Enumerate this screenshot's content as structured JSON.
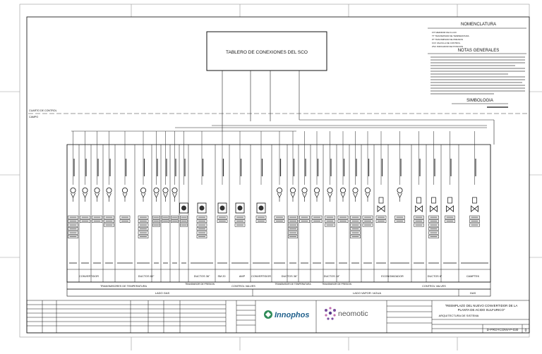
{
  "sheet": {
    "board_title": "TABLERO DE CONEXIONES DEL SCO",
    "room_labels": [
      "CUARTO DE CONTROL",
      "CAMPO"
    ],
    "nomenclature": {
      "title": "NOMENCLATURA",
      "items": [
        "FIT  MEDIDOR DE FLUJO",
        "TT   TRANSMISOR DE TEMPERATURA",
        "PT   TRANSMISOR DE PRESION",
        "FCV  VALVULA DE CONTROL",
        "ZSC  INDICADOR DE POSICION"
      ]
    },
    "general_notes_title": "NOTAS GENERALES",
    "symbology_title": "SIMBOLOGIA",
    "group_labels": [
      "CONVERTIDOR",
      "DUCTOS 60\"",
      "DUCTOS 36\"",
      "SM 20",
      "AMP",
      "CONVERTIDOR",
      "DUCTOS 36\"",
      "DUCTOS 18\"",
      "ECONOMIZADOR",
      "DUCTOS 8\"",
      "CAMPTEK"
    ],
    "mid_labels": [
      "TRANSMISORES DE TEMPERATURA",
      "TRANSMISOR DE PRESION",
      "CONTROL VALVES",
      "TRANSMISOR DE TEMPERATURA",
      "TRANSMISOR DE PRESION",
      "CONTROL VALVES"
    ],
    "bottom_labels": [
      "LADO GAS",
      "LADO VAPOR / AGUA",
      "GAS"
    ],
    "title_block": {
      "company1": "Innophos",
      "company2": "neomotic",
      "project_title_1": "\"REEMPLAZO DEL NUEVO CONVERTIDOR DE LA",
      "project_title_2": "PLANTA DE ACIDO SULFURICO\"",
      "drawing_title": "ARQUITECTURA DE SISTEMA",
      "drawing_number": "D-PROYCONV-P-030",
      "revision": "0"
    }
  }
}
